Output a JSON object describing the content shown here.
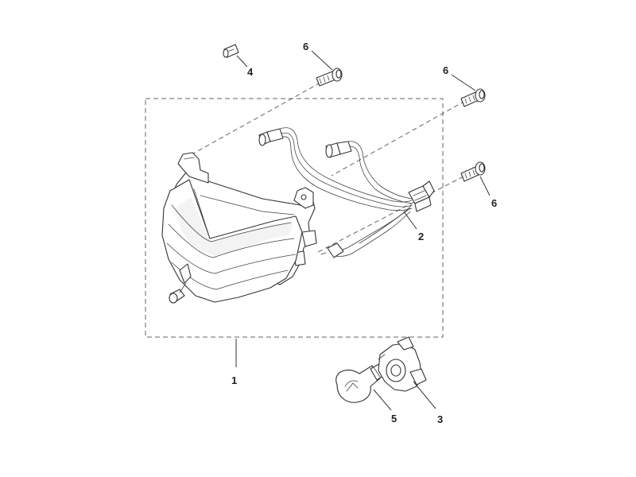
{
  "diagram": {
    "callouts": {
      "headlamp_assembly": "1",
      "wiring_harness": "2",
      "bulb_socket": "3",
      "side_bulb": "4",
      "main_bulb": "5",
      "screw_top": "6",
      "screw_right_upper": "6",
      "screw_right_lower": "6"
    }
  }
}
